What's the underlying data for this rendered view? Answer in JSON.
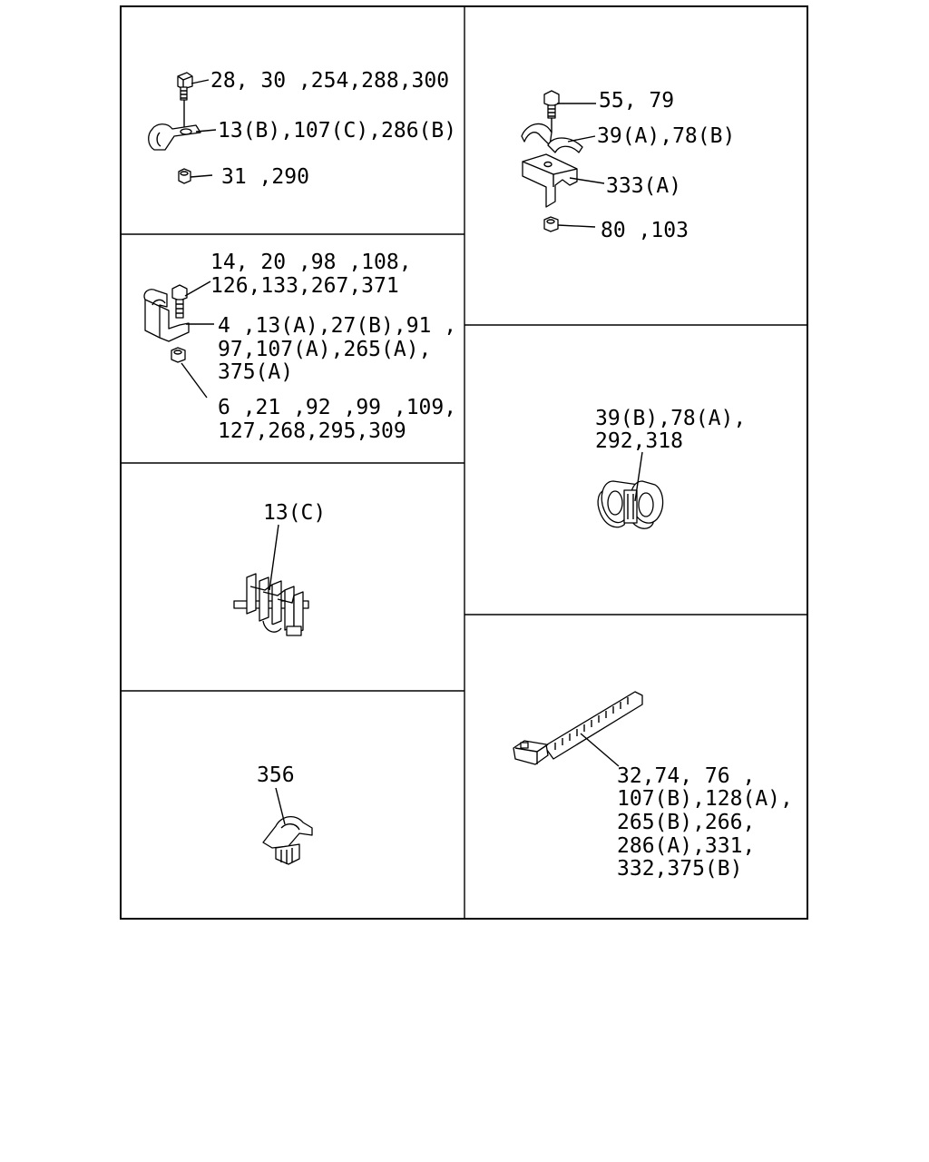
{
  "panels": {
    "bolt_clip_nut": {
      "bolt_label": "28, 30 ,254,288,300",
      "clip_label": "13(B),107(C),286(B)",
      "nut_label": "31 ,290"
    },
    "bracket_clamp": {
      "bolt_label_1": "14, 20 ,98 ,108,",
      "bolt_label_2": "126,133,267,371",
      "clip_label_1": "4 ,13(A),27(B),91 ,",
      "clip_label_2": "97,107(A),265(A),",
      "clip_label_3": "375(A)",
      "nut_label_1": "6 ,21 ,92 ,99 ,109,",
      "nut_label_2": "127,268,295,309"
    },
    "comb_clip": {
      "label": "13(C)"
    },
    "push_clip": {
      "label": "356"
    },
    "split_clamp_bracket": {
      "bolt_label": "55, 79",
      "clamp_label": "39(A),78(B)",
      "bracket_label": "333(A)",
      "nut_label": "80 ,103"
    },
    "double_clip": {
      "label_1": "39(B),78(A),",
      "label_2": "292,318"
    },
    "cable_tie": {
      "label_1": "32,74, 76 ,",
      "label_2": "107(B),128(A),",
      "label_3": "265(B),266,",
      "label_4": "286(A),331,",
      "label_5": "332,375(B)"
    }
  }
}
